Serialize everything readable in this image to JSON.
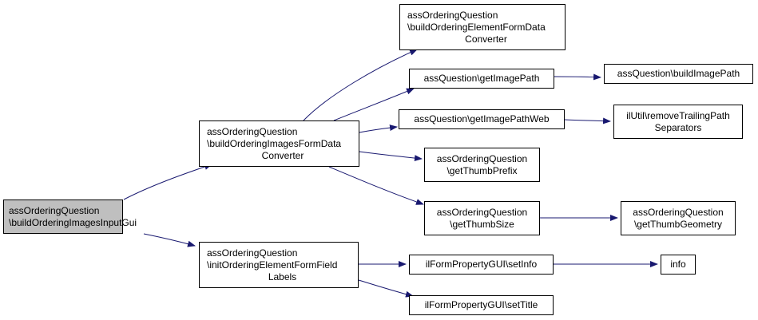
{
  "colors": {
    "edge": "#191970",
    "root_fill": "#bfbfbf",
    "node_fill": "#ffffff",
    "node_border": "#000000"
  },
  "nodes": {
    "root": [
      "assOrderingQuestion",
      "\\buildOrderingImagesInputGui"
    ],
    "images_converter": [
      "assOrderingQuestion",
      "\\buildOrderingImagesFormData",
      "Converter"
    ],
    "init_labels": [
      "assOrderingQuestion",
      "\\initOrderingElementFormField",
      "Labels"
    ],
    "element_converter": [
      "assOrderingQuestion",
      "\\buildOrderingElementFormData",
      "Converter"
    ],
    "get_image_path": [
      "assQuestion\\getImagePath"
    ],
    "get_image_path_web": [
      "assQuestion\\getImagePathWeb"
    ],
    "get_thumb_prefix": [
      "assOrderingQuestion",
      "\\getThumbPrefix"
    ],
    "get_thumb_size": [
      "assOrderingQuestion",
      "\\getThumbSize"
    ],
    "set_info": [
      "ilFormPropertyGUI\\setInfo"
    ],
    "set_title": [
      "ilFormPropertyGUI\\setTitle"
    ],
    "build_image_path": [
      "assQuestion\\buildImagePath"
    ],
    "remove_trailing": [
      "ilUtil\\removeTrailingPath",
      "Separators"
    ],
    "get_thumb_geometry": [
      "assOrderingQuestion",
      "\\getThumbGeometry"
    ],
    "info": [
      "info"
    ]
  },
  "edges": [
    [
      "root",
      "images_converter"
    ],
    [
      "root",
      "init_labels"
    ],
    [
      "images_converter",
      "element_converter"
    ],
    [
      "images_converter",
      "get_image_path"
    ],
    [
      "images_converter",
      "get_image_path_web"
    ],
    [
      "images_converter",
      "get_thumb_prefix"
    ],
    [
      "images_converter",
      "get_thumb_size"
    ],
    [
      "get_image_path",
      "build_image_path"
    ],
    [
      "get_image_path_web",
      "remove_trailing"
    ],
    [
      "get_thumb_size",
      "get_thumb_geometry"
    ],
    [
      "init_labels",
      "set_info"
    ],
    [
      "init_labels",
      "set_title"
    ],
    [
      "set_info",
      "info"
    ]
  ]
}
